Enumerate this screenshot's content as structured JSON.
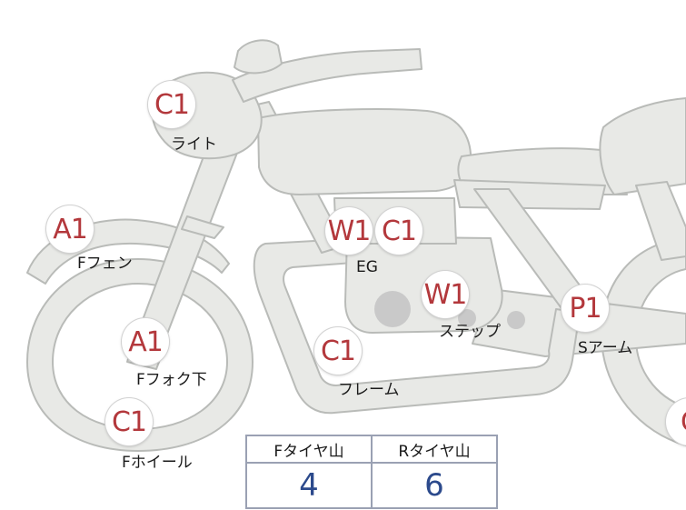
{
  "colors": {
    "bike_fill": "#e8e9e6",
    "bike_stroke": "#b9bbb8",
    "code_text": "#b3383c",
    "value_text": "#2c4a8c",
    "table_border": "#9aa1b3",
    "dot": "#c9c9c9"
  },
  "badges": [
    {
      "code": "C1"
    },
    {
      "code": "A1"
    },
    {
      "code": "W1"
    },
    {
      "code": "C1"
    },
    {
      "code": "W1"
    },
    {
      "code": "P1"
    },
    {
      "code": "A1"
    },
    {
      "code": "C1"
    },
    {
      "code": "C1"
    },
    {
      "code": "C"
    }
  ],
  "labels": {
    "light": "ライト",
    "f_fender": "Fフェン",
    "eg": "EG",
    "step": "ステップ",
    "s_arm": "Sアーム",
    "f_fork_lower": "Fフォク下",
    "frame": "フレーム",
    "f_wheel": "Fホイール"
  },
  "tire_table": {
    "headers": [
      "Fタイヤ山",
      "Rタイヤ山"
    ],
    "values": [
      "4",
      "6"
    ]
  }
}
